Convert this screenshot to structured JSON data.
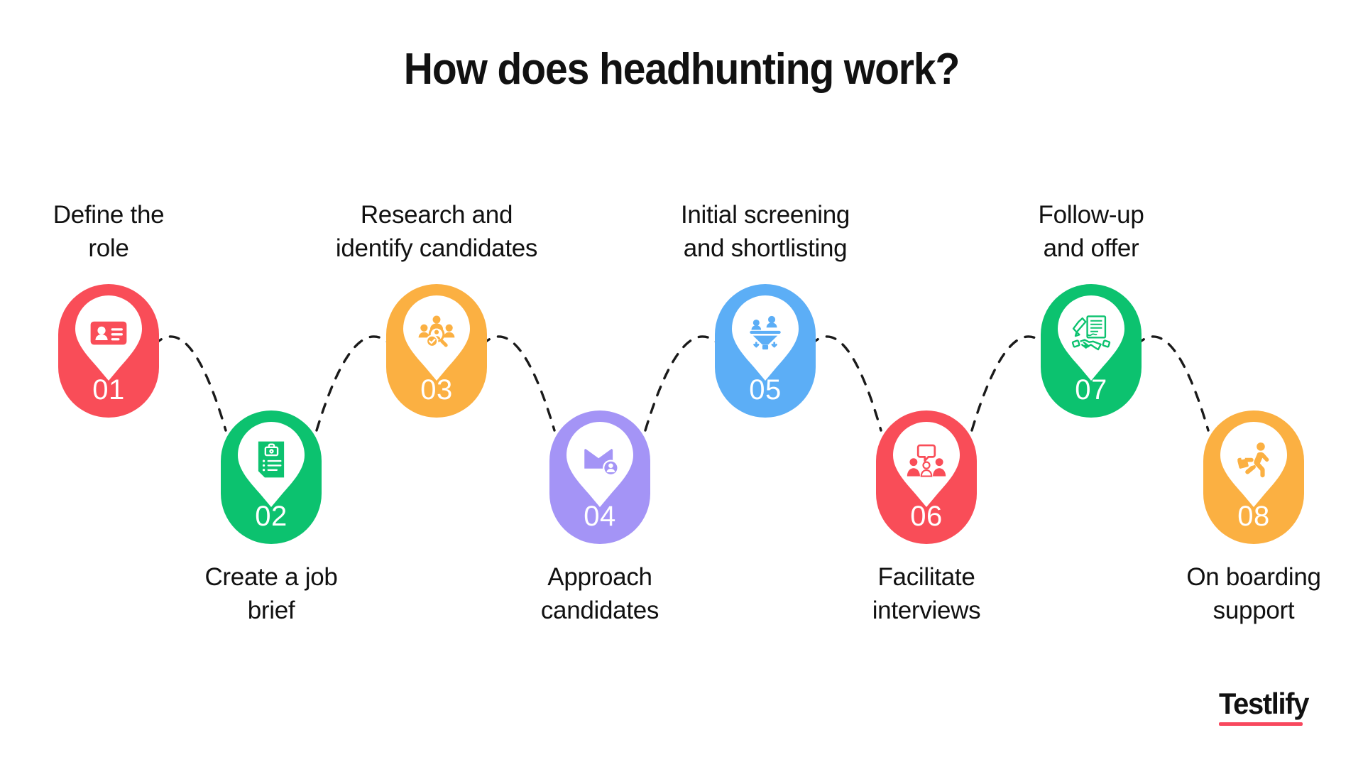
{
  "title": "How does headhunting work?",
  "background": "#FFFFFF",
  "palette": {
    "red": "#F94D58",
    "green": "#0CC26F",
    "orange": "#FBB042",
    "purple": "#A494F6",
    "blue": "#5CAEF6",
    "text": "#111111",
    "pin_fill": "#FFFFFF",
    "dash": "#1A1A1A"
  },
  "steps": [
    {
      "number": "01",
      "caption": "Define the\nrole",
      "caption_position": "above",
      "color": "#F94D58",
      "icon": "id-card-icon"
    },
    {
      "number": "02",
      "caption": "Create a job\nbrief",
      "caption_position": "below",
      "color": "#0CC26F",
      "icon": "job-brief-document-icon"
    },
    {
      "number": "03",
      "caption": "Research and\nidentify candidates",
      "caption_position": "above",
      "color": "#FBB042",
      "icon": "candidate-search-group-icon"
    },
    {
      "number": "04",
      "caption": "Approach\ncandidates",
      "caption_position": "below",
      "color": "#A494F6",
      "icon": "envelope-contact-icon"
    },
    {
      "number": "05",
      "caption": "Initial screening\nand shortlisting",
      "caption_position": "above",
      "color": "#5CAEF6",
      "icon": "candidate-funnel-icon"
    },
    {
      "number": "06",
      "caption": "Facilitate\ninterviews",
      "caption_position": "below",
      "color": "#F94D58",
      "icon": "interview-conversation-icon"
    },
    {
      "number": "07",
      "caption": "Follow-up\nand offer",
      "caption_position": "above",
      "color": "#0CC26F",
      "icon": "contract-handshake-icon"
    },
    {
      "number": "08",
      "caption": "On boarding\nsupport",
      "caption_position": "below",
      "color": "#FBB042",
      "icon": "running-employee-icon"
    }
  ],
  "logo": {
    "wordmark": "Testlify",
    "accent_color": "#F8485E"
  }
}
